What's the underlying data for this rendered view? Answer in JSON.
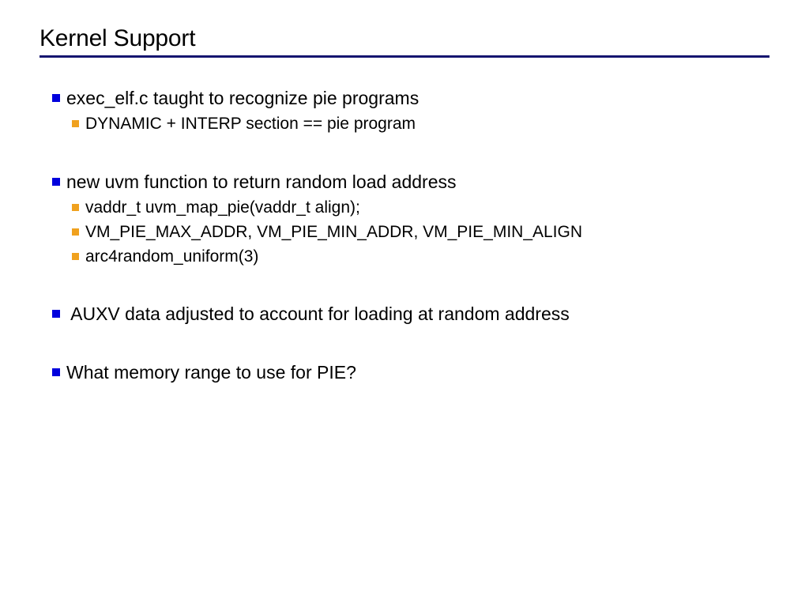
{
  "slide": {
    "title": "Kernel Support",
    "rule_color": "#151570",
    "background": "#ffffff",
    "text_color": "#000000",
    "bullet_level1_color": "#0000DD",
    "bullet_level2_color": "#F0A11E",
    "bullets": [
      {
        "level": 1,
        "text": "exec_elf.c taught to recognize pie programs"
      },
      {
        "level": 2,
        "text": "DYNAMIC + INTERP section == pie program"
      },
      {
        "level": 1,
        "text": "new uvm function to return random load address"
      },
      {
        "level": 2,
        "text": "vaddr_t uvm_map_pie(vaddr_t align);"
      },
      {
        "level": 2,
        "text": "VM_PIE_MAX_ADDR, VM_PIE_MIN_ADDR, VM_PIE_MIN_ALIGN"
      },
      {
        "level": 2,
        "text": "arc4random_uniform(3)"
      },
      {
        "level": 1,
        "text": " AUXV data adjusted to account for loading at random address"
      },
      {
        "level": 1,
        "text": "What memory range to use for PIE?"
      }
    ],
    "bullet_marker_icon_level1": "square-bullet-blue-icon",
    "bullet_marker_icon_level2": "square-bullet-orange-icon"
  }
}
